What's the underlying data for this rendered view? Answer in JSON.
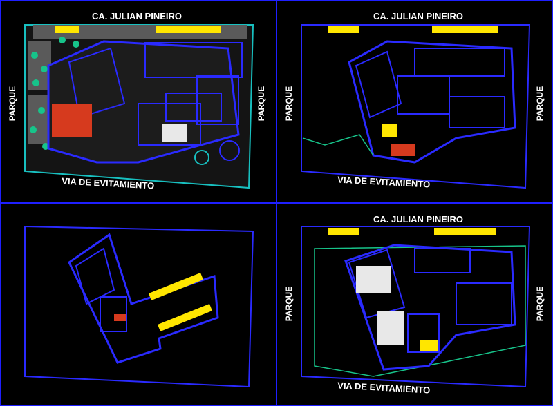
{
  "colors": {
    "background": "#000000",
    "frame": "#1f1fff",
    "wall": "#2a2aff",
    "text": "#ffffff",
    "site_fill": "#3a3a3a",
    "accent_green": "#17c48a",
    "accent_cyan": "#18c0c0",
    "accent_yellow": "#ffe600",
    "accent_red": "#d63a1e",
    "accent_magenta": "#ff3cff"
  },
  "labels": {
    "street_top": "CA. JULIAN PINEIRO",
    "park": "PARQUE",
    "road_bottom": "VIA DE EVITAMIENTO"
  },
  "panels": [
    {
      "id": "site-plan",
      "title": "CA. JULIAN PINEIRO",
      "left_label": "PARQUE",
      "right_label": "PARQUE",
      "bottom_label": "VIA DE EVITAMIENTO"
    },
    {
      "id": "first-floor",
      "title": "CA. JULIAN PINEIRO",
      "left_label": "PARQUE",
      "right_label": "PARQUE",
      "bottom_label": "VIA DE EVITAMIENTO"
    },
    {
      "id": "basement",
      "title": "",
      "left_label": "",
      "right_label": "",
      "bottom_label": ""
    },
    {
      "id": "second-floor",
      "title": "CA. JULIAN PINEIRO",
      "left_label": "PARQUE",
      "right_label": "PARQUE",
      "bottom_label": "VIA DE EVITAMIENTO"
    }
  ]
}
